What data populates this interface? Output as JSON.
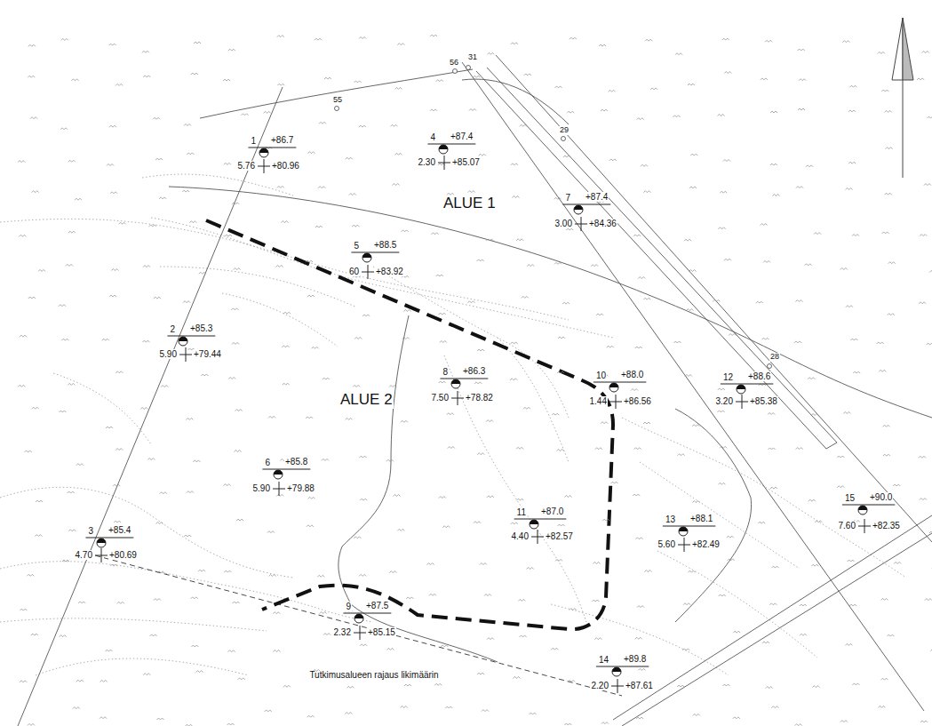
{
  "diagram": {
    "labels": [
      "1",
      "+86.7",
      "5.76",
      "+80.96",
      "4",
      "+87.4",
      "2.30",
      "+85.07",
      "7",
      "+87.4",
      "3.00",
      "+84.36",
      "5",
      "+88.5",
      "60",
      "+83.92",
      "2",
      "+85.3",
      "5.90",
      "+79.44",
      "8",
      "+86.3",
      "7.50",
      "+78.82",
      "10",
      "+88.0",
      "1.44",
      "+86.56",
      "12",
      "+88.6",
      "3.20",
      "+85.38",
      "6",
      "+85.8",
      "5.90",
      "+79.88",
      "3",
      "+85.4",
      "4.70",
      "+80.69",
      "11",
      "+87.0",
      "4.40",
      "+82.57",
      "13",
      "+88.1",
      "5.60",
      "+82.49",
      "15",
      "+90.0",
      "7.60",
      "+82.35",
      "9",
      "+87.5",
      "2.32",
      "+85.15",
      "14",
      "+89.8",
      "2.20",
      "+87.61",
      "ALUE 1",
      "ALUE 2",
      "Tutkimusalueen rajaus likimäärin",
      "55",
      "56",
      "31",
      "29",
      "28"
    ]
  }
}
